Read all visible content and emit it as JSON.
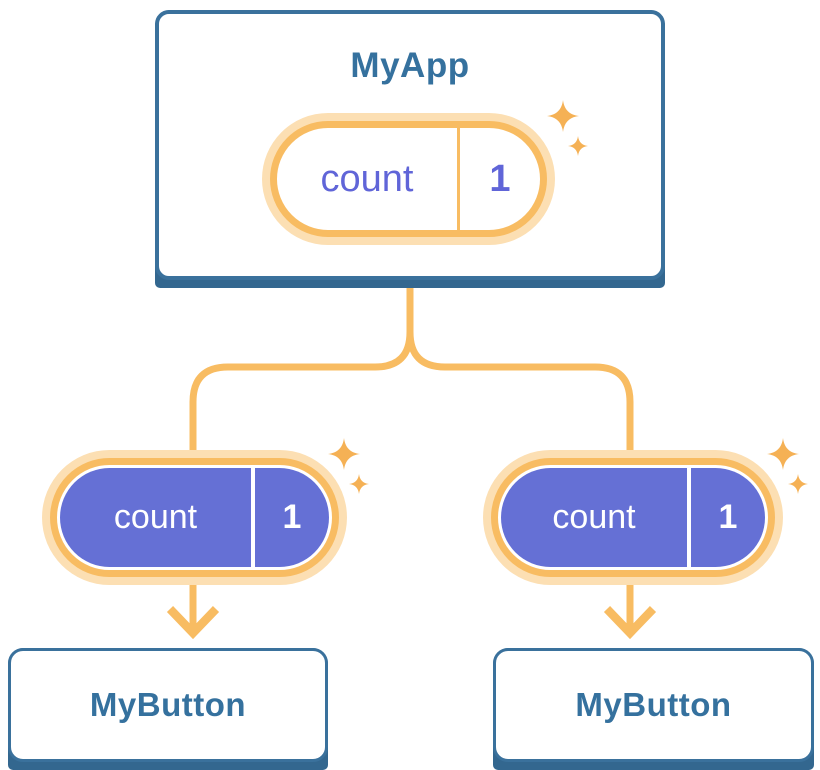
{
  "colors": {
    "card_border_blue": "#3a719c",
    "card_base_blue": "#33678f",
    "title_blue": "#35719e",
    "line_orange": "#f8bc62",
    "halo_orange": "#fcdfb3",
    "sparkle_orange": "#f5b155",
    "pill_purple": "#6570d5",
    "purple_text": "#6065d8"
  },
  "diagram": {
    "type": "component-state-tree",
    "root": {
      "title": "MyApp",
      "state": {
        "label": "count",
        "value": "1"
      }
    },
    "children": [
      {
        "title": "MyButton",
        "state": {
          "label": "count",
          "value": "1"
        }
      },
      {
        "title": "MyButton",
        "state": {
          "label": "count",
          "value": "1"
        }
      }
    ]
  }
}
